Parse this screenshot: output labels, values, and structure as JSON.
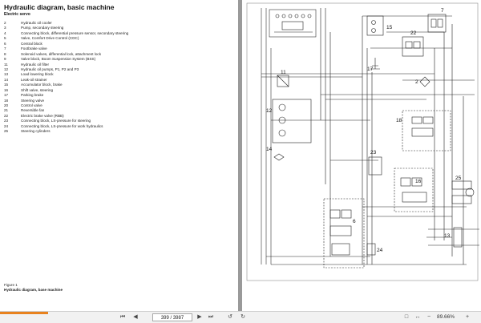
{
  "document": {
    "title": "Hydraulic diagram, basic machine",
    "subtitle": "Electric servo",
    "legend": [
      {
        "num": "2",
        "text": "Hydraulic oil cooler"
      },
      {
        "num": "3",
        "text": "Pump, secondary steering"
      },
      {
        "num": "4",
        "text": "Connecting block, differential pressure sensor, secondary steering"
      },
      {
        "num": "5",
        "text": "Valve, Comfort Drive Control (CDC)"
      },
      {
        "num": "6",
        "text": "Central block"
      },
      {
        "num": "7",
        "text": "Footbrake valve"
      },
      {
        "num": "8",
        "text": "Solenoid valves, differential lock, attachment lock"
      },
      {
        "num": "9",
        "text": "Valve block, Boom Suspension System (BSS)"
      },
      {
        "num": "11",
        "text": "Hydraulic oil filter"
      },
      {
        "num": "12",
        "text": "Hydraulic oil pumps, P1, P2 and P3"
      },
      {
        "num": "13",
        "text": "Load lowering block"
      },
      {
        "num": "14",
        "text": "Leak-oil strainer"
      },
      {
        "num": "15",
        "text": "Accumulator block, brake"
      },
      {
        "num": "16",
        "text": "Shift valve, steering"
      },
      {
        "num": "17",
        "text": "Parking brake"
      },
      {
        "num": "18",
        "text": "Steering valve"
      },
      {
        "num": "20",
        "text": "Control valve"
      },
      {
        "num": "21",
        "text": "Reversible fan"
      },
      {
        "num": "22",
        "text": "Electric brake valve (RBB)"
      },
      {
        "num": "23",
        "text": "Connecting block, LS-pressure for steering"
      },
      {
        "num": "24",
        "text": "Connecting block, LS-pressure for work hydraulics"
      },
      {
        "num": "25",
        "text": "Steering cylinders"
      }
    ],
    "figure_label": "Figure 1",
    "figure_caption": "Hydraulic diagram, base machine"
  },
  "diagram_callouts": [
    "7",
    "15",
    "22",
    "17",
    "11",
    "2",
    "12",
    "18",
    "14",
    "23",
    "16",
    "25",
    "6",
    "13",
    "24"
  ],
  "statusbar": {
    "page_indicator": "399 / 3987",
    "zoom": "89.66%",
    "icons": {
      "first": "first-page-icon",
      "prev": "previous-page-icon",
      "next": "next-page-icon",
      "last": "last-page-icon",
      "back": "back-icon",
      "forward": "forward-icon",
      "fit_page": "fit-page-icon",
      "fit_width": "fit-width-icon",
      "zoom_out": "zoom-out-icon",
      "zoom_in": "zoom-in-icon"
    },
    "accent_color": "#e8821e"
  }
}
